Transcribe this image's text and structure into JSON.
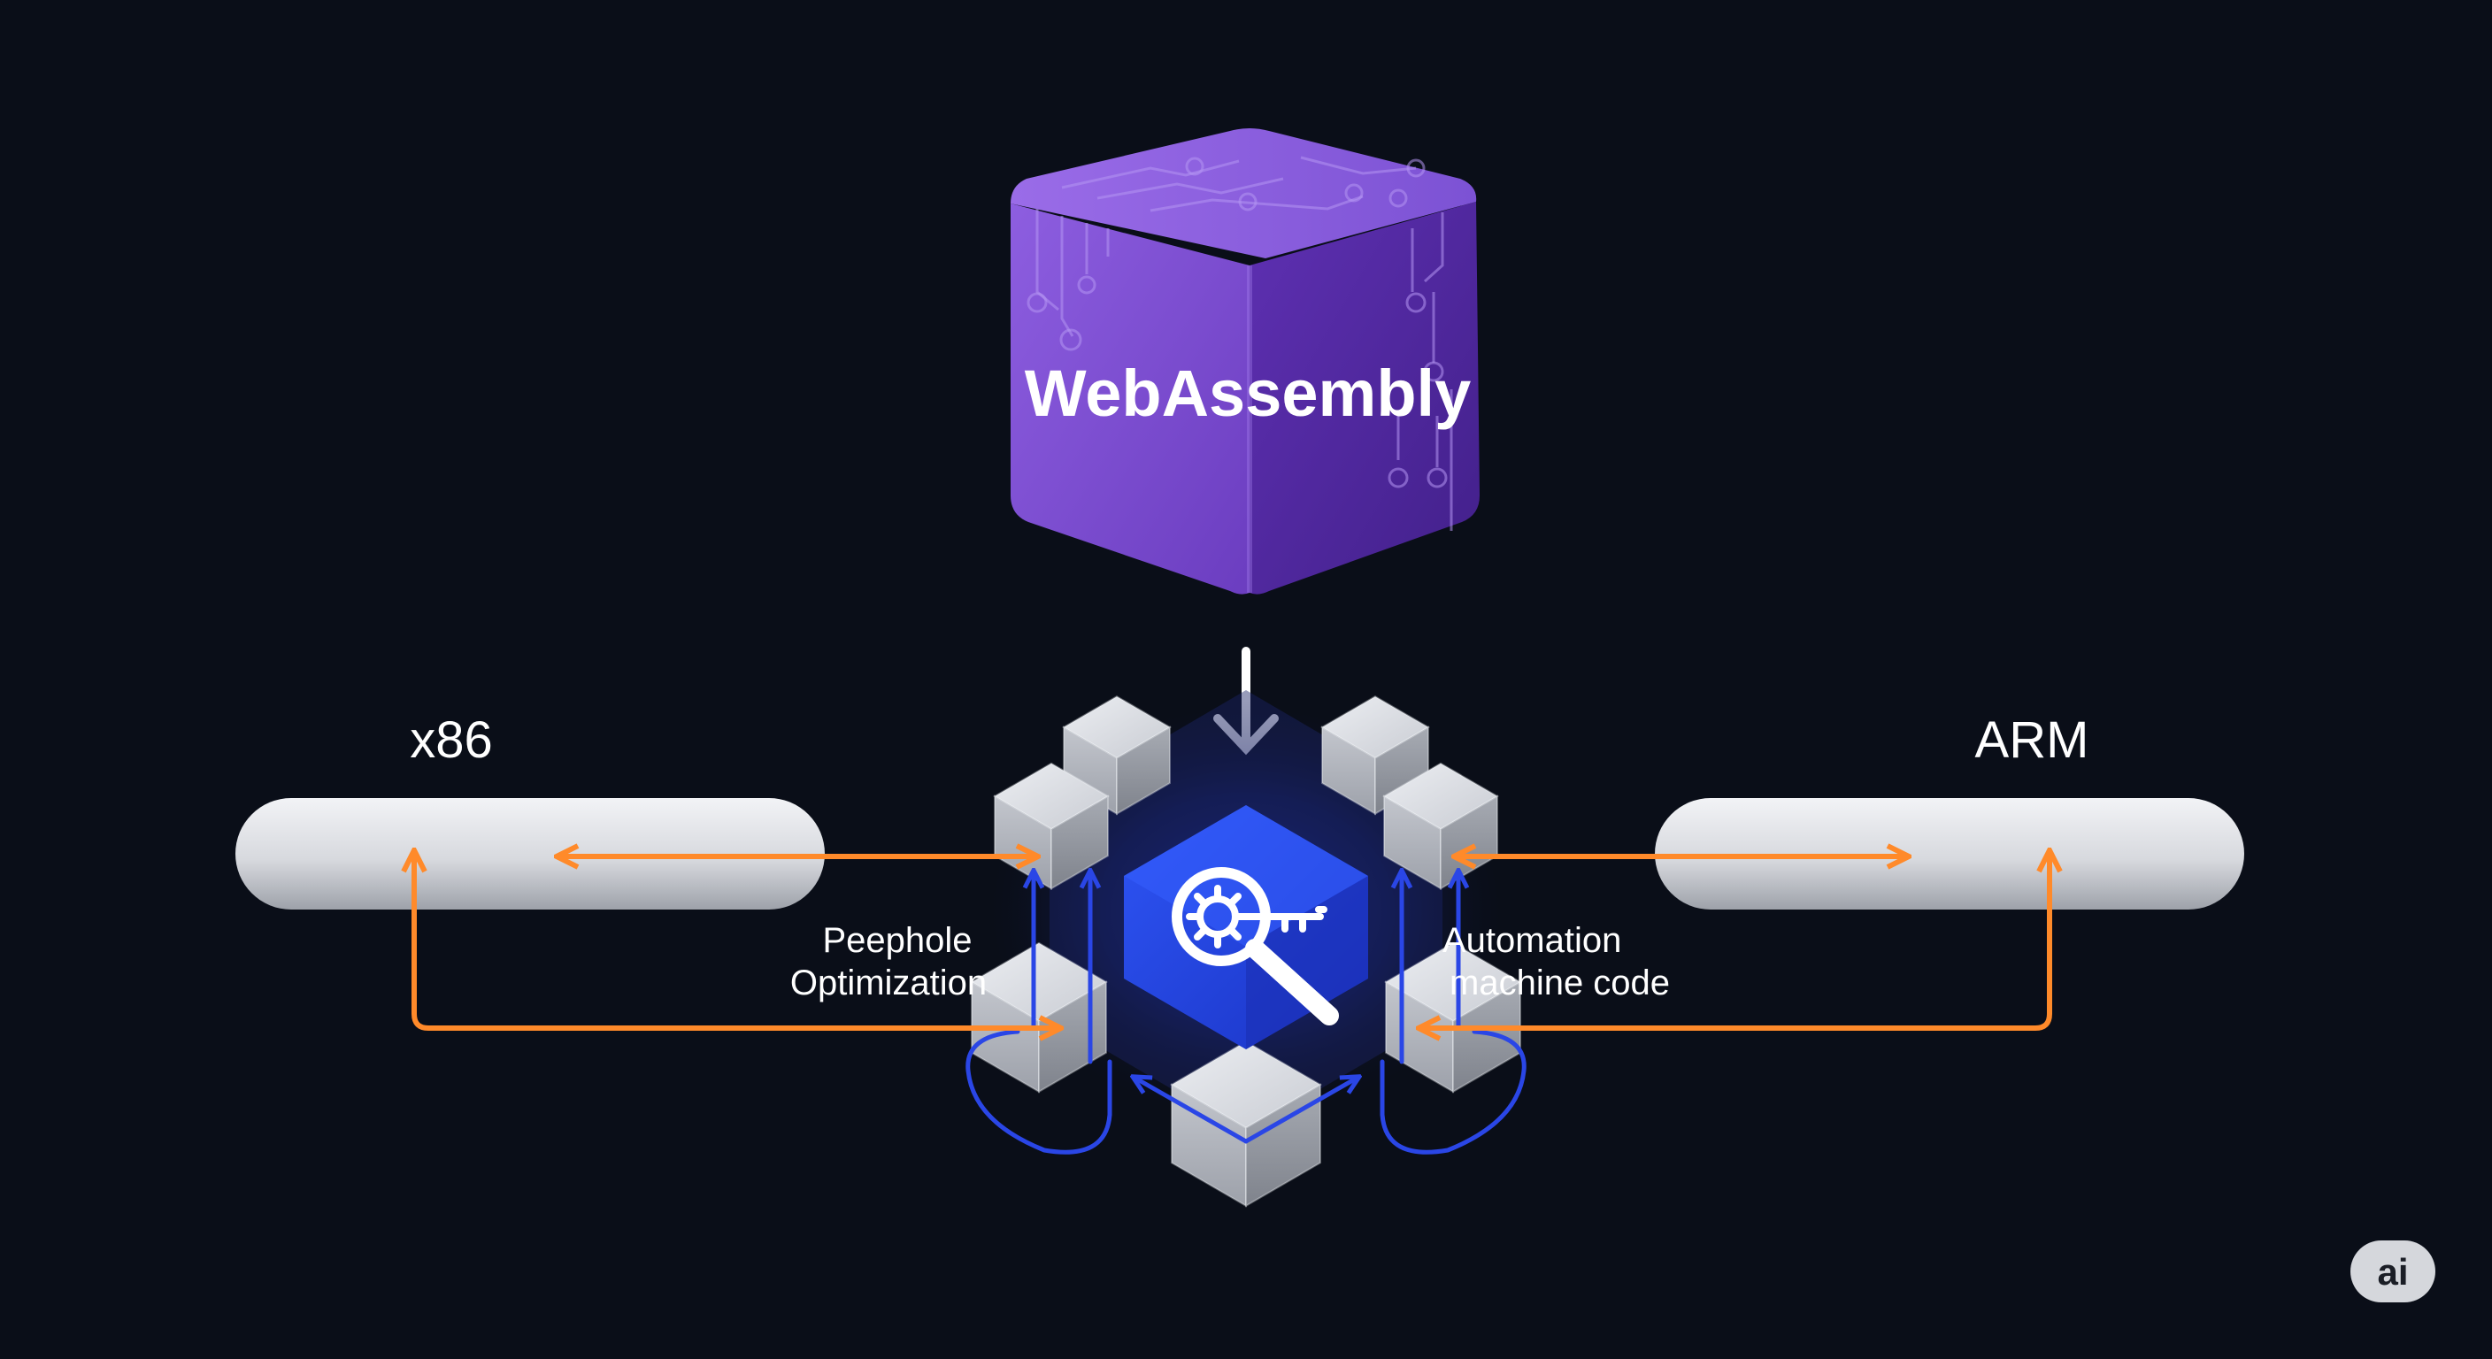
{
  "diagram": {
    "source": {
      "label": "WebAssembly",
      "color": "#7b4fd0",
      "icon": "circuit-cube-icon"
    },
    "targets": {
      "left": {
        "label": "x86"
      },
      "right": {
        "label": "ARM"
      }
    },
    "core": {
      "icon": "gear-key-magnifier-icon",
      "color": "#2440dc"
    },
    "callouts": {
      "left": [
        "Peephole",
        "Optimization"
      ],
      "right": [
        "Automation",
        "machine code"
      ]
    },
    "colors": {
      "background": "#0a0e18",
      "arrow_orange": "#ff8a2a",
      "arrow_blue": "#2a46e6",
      "arrow_white": "#ffffff",
      "node_light": "#d9dce2",
      "node_shadow": "#8f949d"
    }
  },
  "badge": {
    "label": "ai"
  }
}
